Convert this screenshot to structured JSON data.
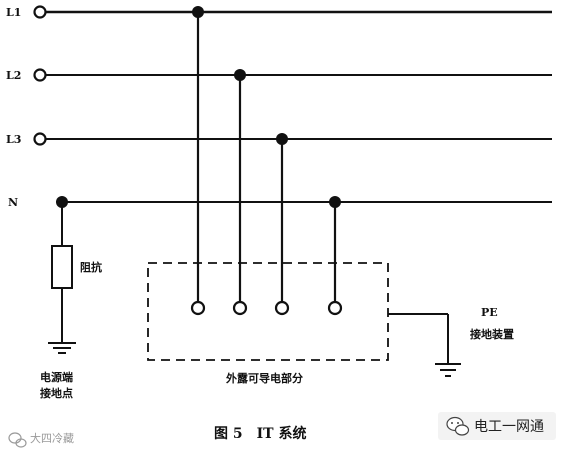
{
  "lines": {
    "l1": "L1",
    "l2": "L2",
    "l3": "L3",
    "n": "N"
  },
  "impedance_label": "阻抗",
  "source_ground_label": [
    "电源端",
    "接地点"
  ],
  "exposed_parts_label": "外露可导电部分",
  "pe_label": "PE",
  "earthing_device_label": "接地装置",
  "caption": "图 5　IT 系统",
  "watermark_left": "大四冷藏",
  "watermark_right": "电工一网通"
}
